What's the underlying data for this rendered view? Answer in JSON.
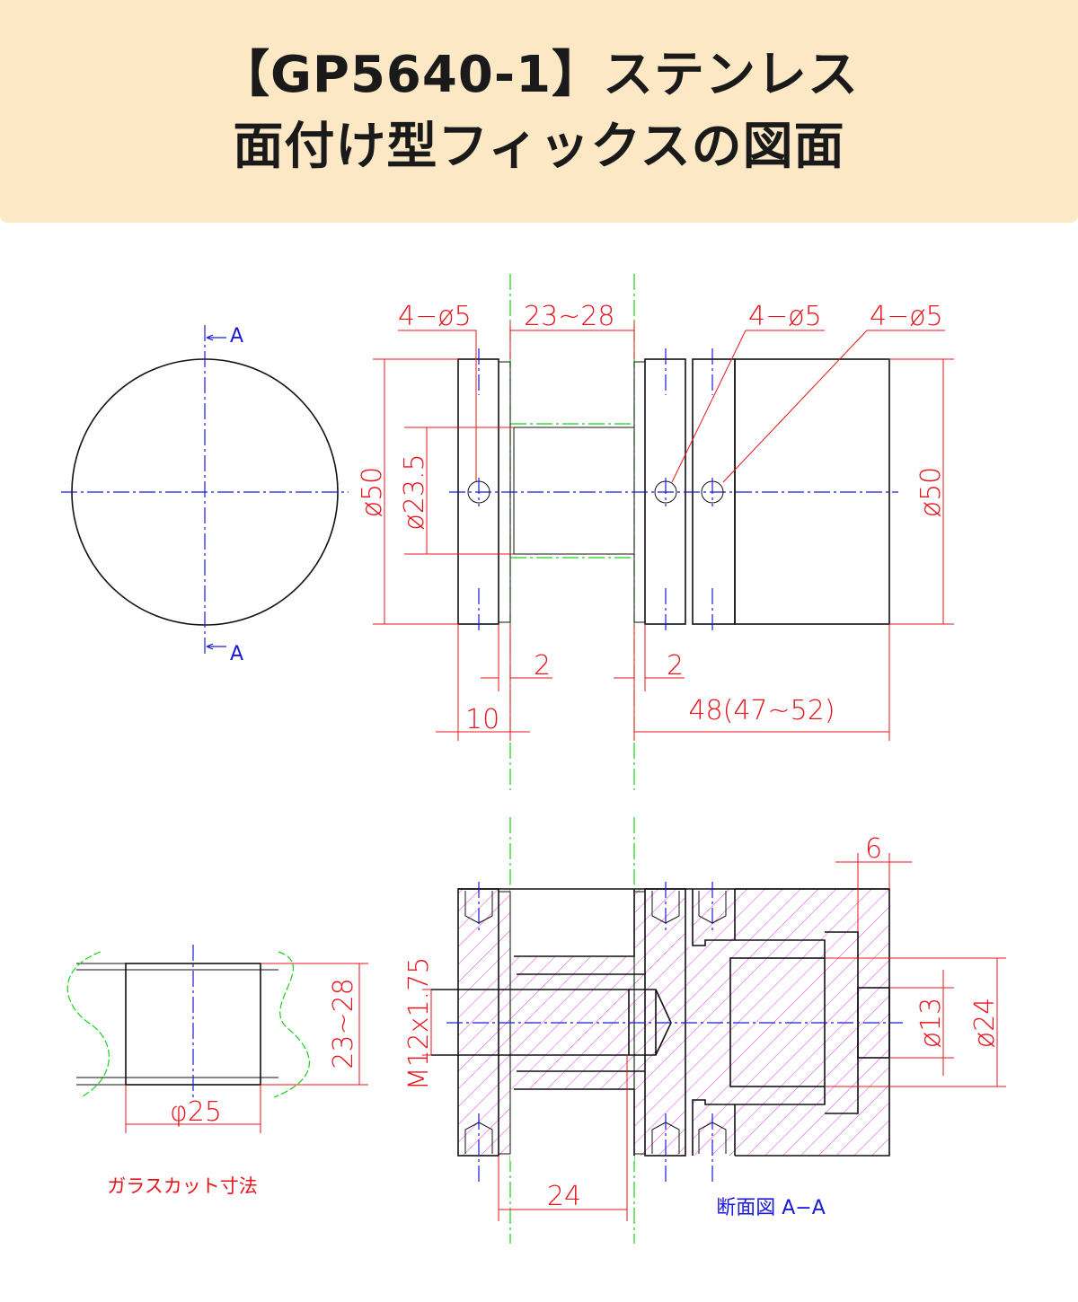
{
  "header": {
    "title_line1": "【GP5640-1】ステンレス",
    "title_line2": "面付け型フィックスの図面"
  },
  "colors": {
    "header_bg": "#fde8c5",
    "dimension": "#e8141c",
    "centerline": "#1a1ad8",
    "glass": "#18d018",
    "hatch": "#e040e0"
  },
  "front_view": {
    "section_mark": "A",
    "hole_label_1": "4−ø5",
    "hole_label_2": "4−ø5",
    "hole_label_3": "4−ø5",
    "glass_gap": "23~28",
    "dia_left": "ø50",
    "dia_barrel": "ø23.5",
    "dia_right": "ø50",
    "thick_1": "2",
    "thick_2": "2",
    "plate_width": "10",
    "body_length": "48(47~52)"
  },
  "glass_cut": {
    "thickness": "23~28",
    "hole_dia": "φ25",
    "caption": "ガラスカット寸法"
  },
  "section_view": {
    "dim_6": "6",
    "dia_13": "ø13",
    "dia_24": "ø24",
    "thread": "M12x1.75",
    "length_24": "24",
    "caption": "断面図  A−A"
  }
}
